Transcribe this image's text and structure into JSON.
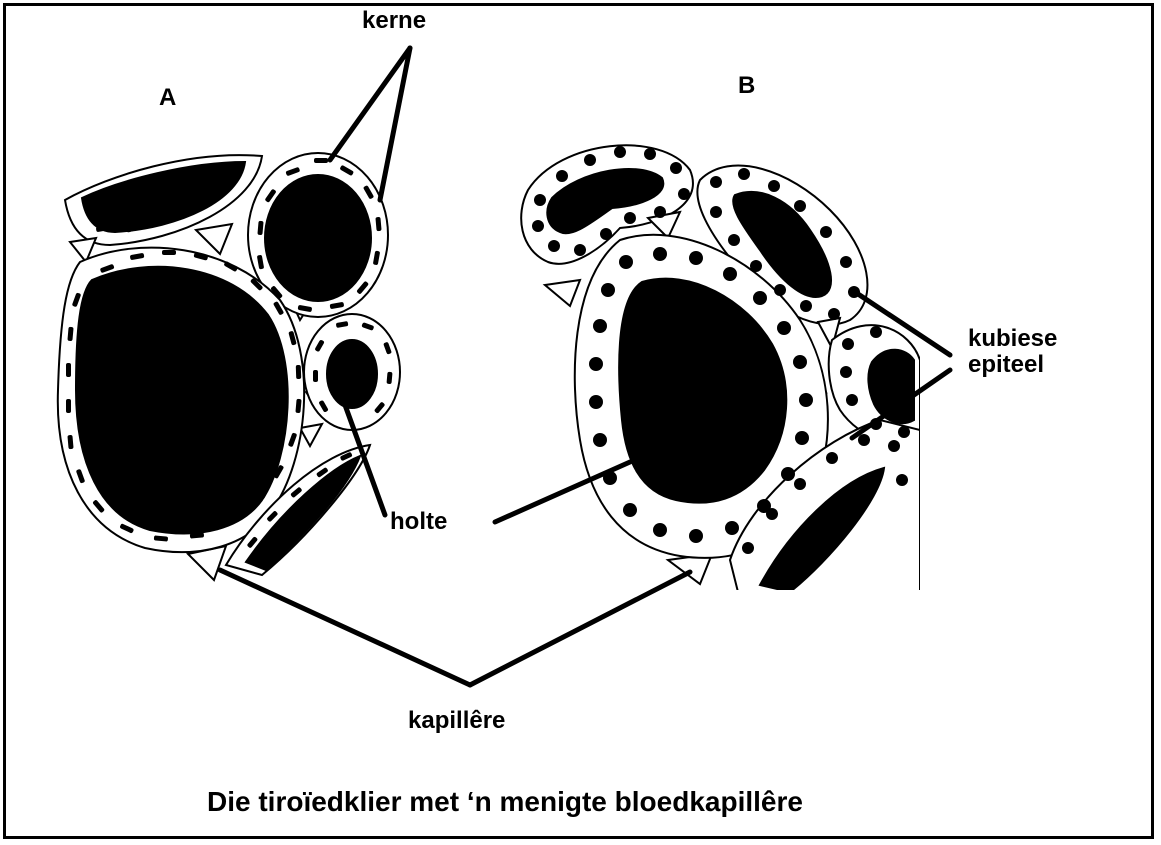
{
  "panels": {
    "a_label": "A",
    "b_label": "B"
  },
  "labels": {
    "nuclei": "kerne",
    "cavity": "holte",
    "cuboidal_line1": "kubiese",
    "cuboidal_line2": "epiteel",
    "capillaries": "kapillêre"
  },
  "caption": "Die tiroïedklier met ‘n menigte bloedkapillêre",
  "colors": {
    "ink": "#000000",
    "paper": "#ffffff"
  }
}
